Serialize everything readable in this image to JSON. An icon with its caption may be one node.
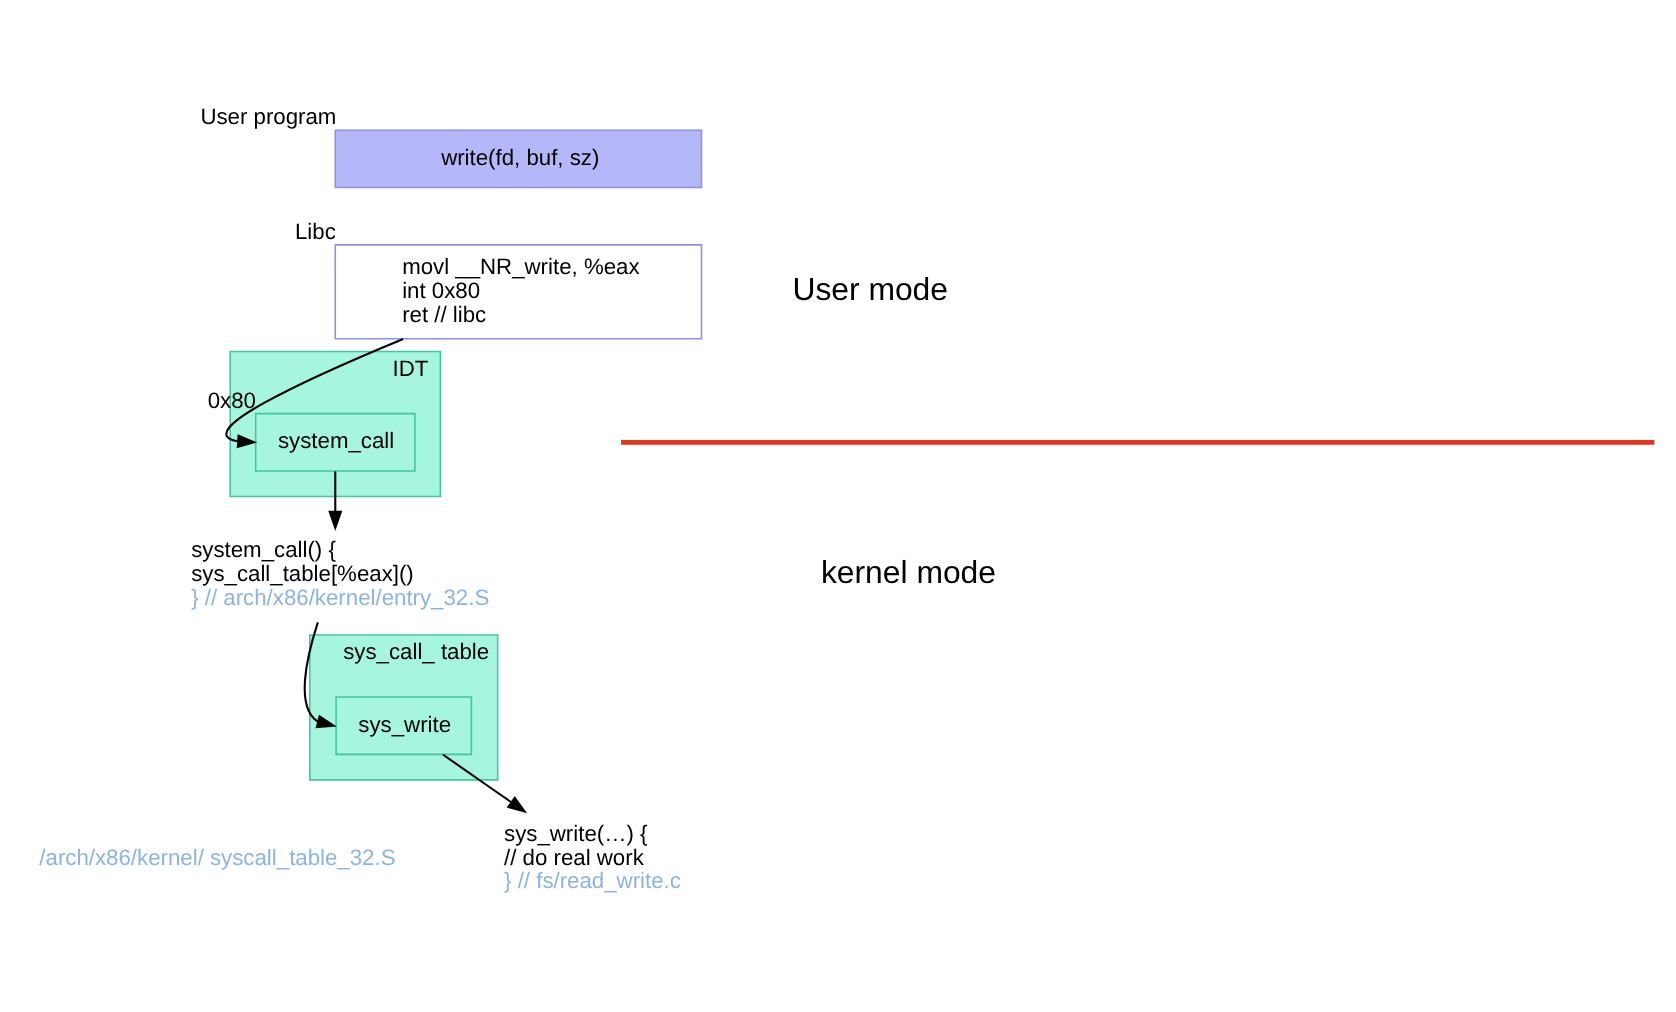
{
  "diagram": {
    "nodes": [
      {
        "text": [
          "write(fd, buf, sz)"
        ],
        "beside": [
          "User program"
        ]
      },
      {
        "text": [
          "movl __NR_write, %eax",
          "int 0x80",
          "ret // libc"
        ],
        "beside": [
          "Libc"
        ]
      },
      {
        "text": [
          "IDT"
        ]
      },
      {
        "text": [
          "system_call"
        ],
        "in": 2,
        "beside": [
          "0x80"
        ]
      },
      {
        "text": [
          "system_call() {",
          "sys_call_table[%eax]()",
          "} // arch/x86/kernel/entry_32.S"
        ]
      },
      {
        "text": [
          "sys_call_ table"
        ],
        "beside": [
          "/arch/x86/kernel/ syscall_table_32.S"
        ]
      },
      {
        "text": [
          "sys_write"
        ],
        "in": 5
      },
      {
        "text": [
          "sys_write(…) {",
          "// do real work",
          "} // fs/read_write.c"
        ]
      }
    ],
    "edges": [
      {
        "from": 1,
        "to": 3,
        "arrow": "to"
      },
      {
        "from": 3,
        "to": 4,
        "arrow": "to"
      },
      {
        "from": 4,
        "to": 6,
        "arrow": "to"
      },
      {
        "from": 6,
        "to": 7,
        "arrow": "to"
      }
    ],
    "labels": [
      "User mode",
      "kernel mode"
    ]
  }
}
